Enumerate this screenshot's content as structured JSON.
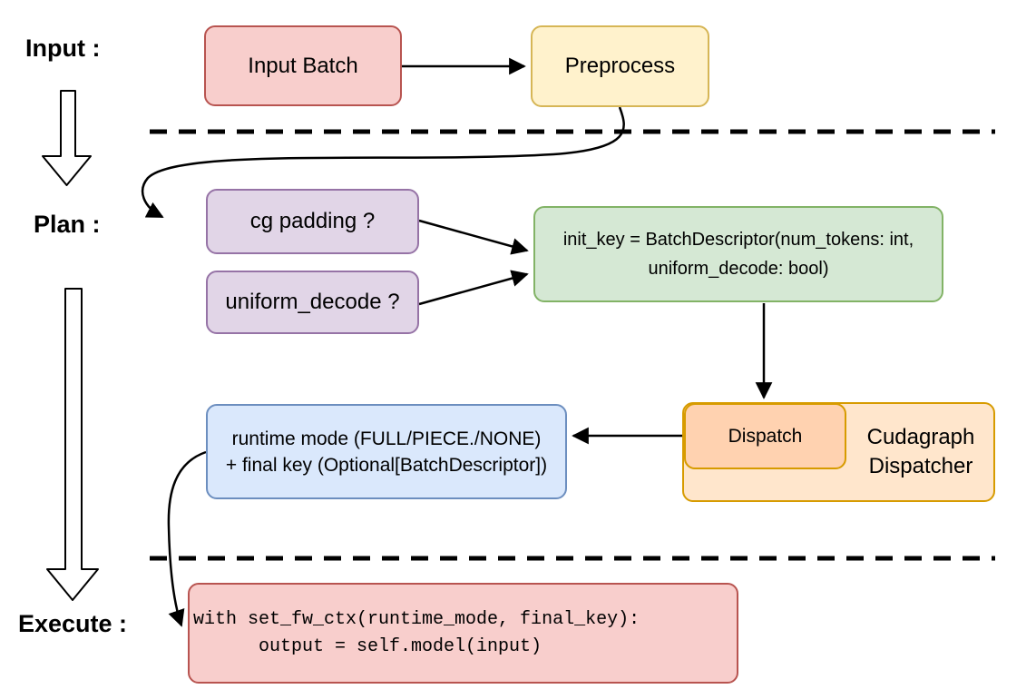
{
  "stages": {
    "input_label": "Input :",
    "plan_label": "Plan :",
    "execute_label": "Execute :"
  },
  "nodes": {
    "input_batch": {
      "label": "Input Batch",
      "fill": "#f8cecc",
      "border": "#b85450"
    },
    "preprocess": {
      "label": "Preprocess",
      "fill": "#fff2cc",
      "border": "#d6b656"
    },
    "cg_padding": {
      "label": "cg padding ?",
      "fill": "#e1d5e7",
      "border": "#9673a6"
    },
    "uniform_decode": {
      "label": "uniform_decode ?",
      "fill": "#e1d5e7",
      "border": "#9673a6"
    },
    "init_key": {
      "line1": "init_key = BatchDescriptor(num_tokens: int,",
      "line2": "uniform_decode: bool)",
      "fill": "#d5e8d4",
      "border": "#82b366"
    },
    "dispatch": {
      "label": "Dispatch",
      "fill": "#ffd2b0",
      "border": "#d79b00"
    },
    "cudagraph_dispatcher": {
      "line1": "Cudagraph",
      "line2": "Dispatcher",
      "fill": "#ffe6cc",
      "border": "#d79b00"
    },
    "runtime_mode": {
      "line1": "runtime mode (FULL/PIECE./NONE)",
      "line2": "+ final key (Optional[BatchDescriptor])",
      "fill": "#dae8fc",
      "border": "#6c8ebf"
    },
    "execute_code": {
      "line1": "with set_fw_ctx(runtime_mode, final_key):",
      "line2": "      output = self.model(input)",
      "fill": "#f8cecc",
      "border": "#b85450"
    }
  },
  "connector_color": "#000000",
  "divider_color": "#000000"
}
